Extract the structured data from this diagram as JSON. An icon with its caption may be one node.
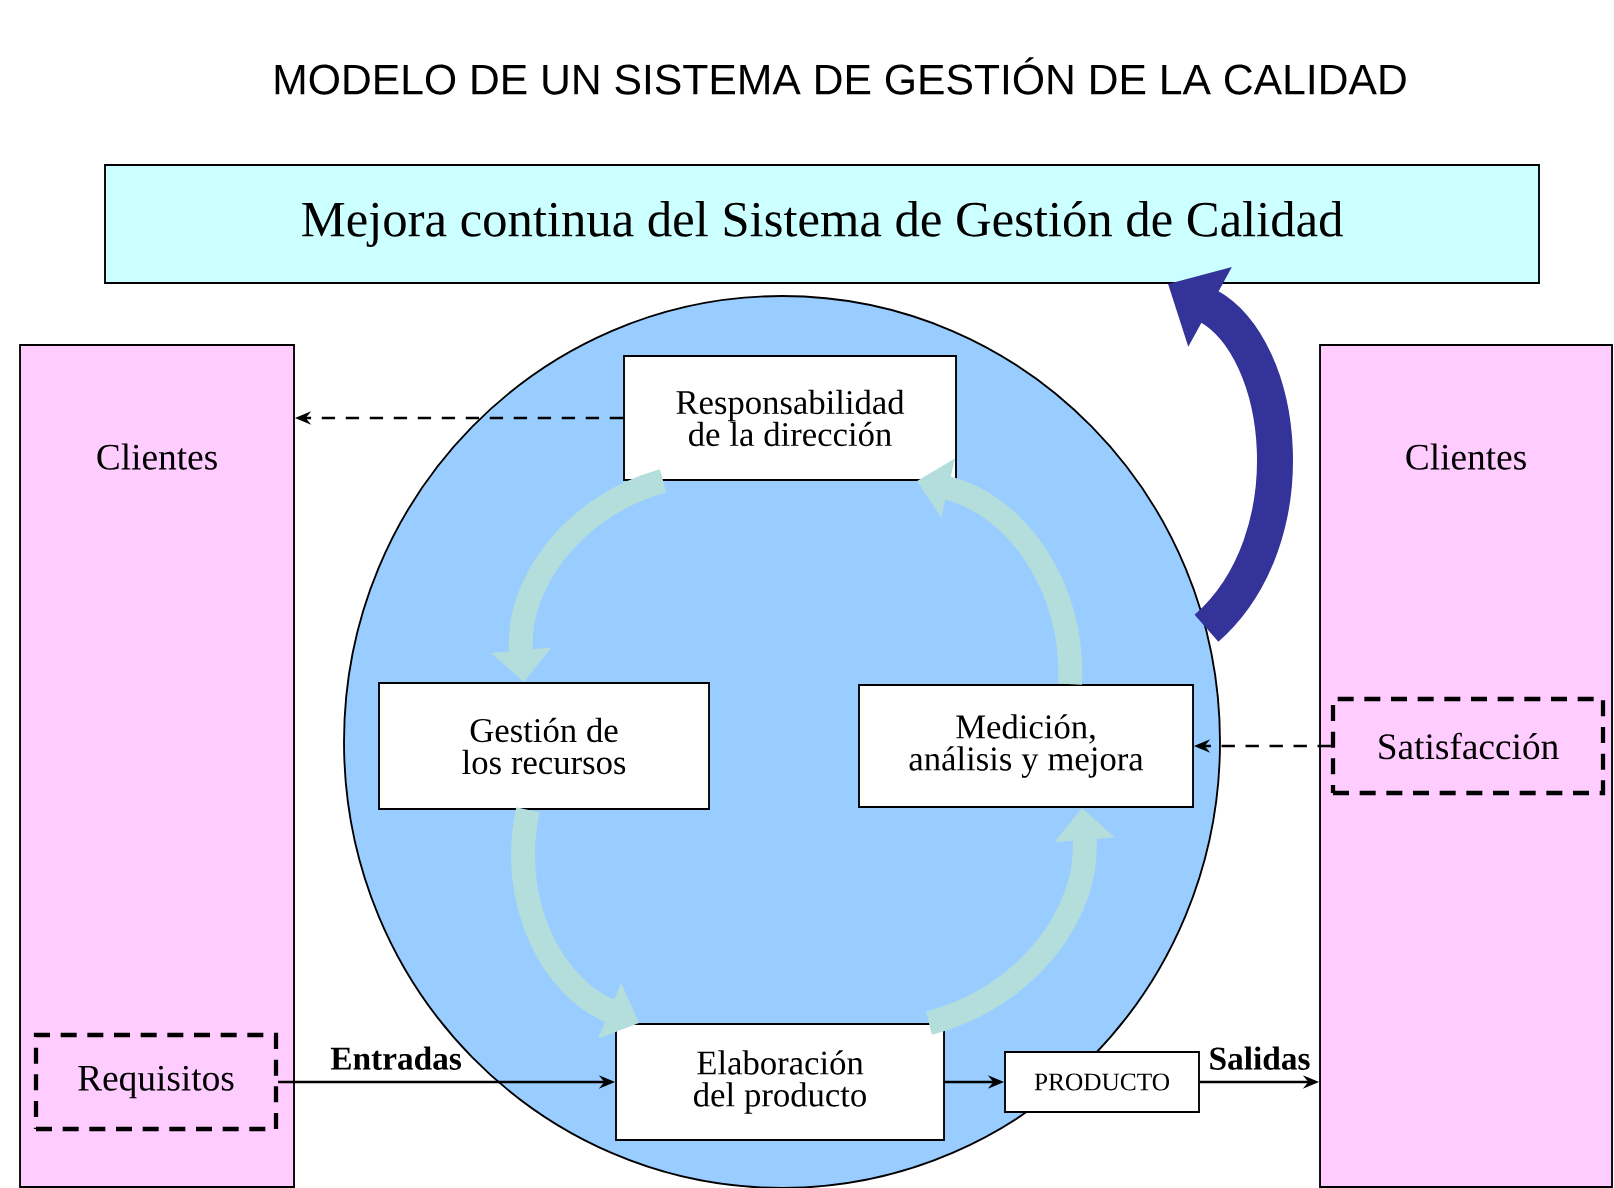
{
  "diagram": {
    "title": "MODELO DE UN SISTEMA DE GESTIÓN DE LA CALIDAD",
    "nodes": [
      {
        "text": [
          "Mejora continua del Sistema de Gestión de Calidad"
        ]
      },
      {
        "text": [
          "Clientes"
        ]
      },
      {
        "text": [
          "Requisitos"
        ],
        "in": 1
      },
      {
        "text": [],
        "shape": "circle"
      },
      {
        "text": [
          "Responsabilidad de la dirección"
        ],
        "in": 3
      },
      {
        "text": [
          "Gestión de los recursos"
        ],
        "in": 3
      },
      {
        "text": [
          "Medición, análisis y mejora"
        ],
        "in": 3
      },
      {
        "text": [
          "Elaboración del producto"
        ],
        "in": 3
      },
      {
        "text": [
          "Clientes"
        ]
      },
      {
        "text": [
          "Satisfacción"
        ],
        "in": 8
      },
      {
        "text": [
          "PRODUCTO"
        ]
      }
    ],
    "edges": [
      {
        "from": 4,
        "to": 1,
        "arrow": "to",
        "style": "dashed"
      },
      {
        "from": 9,
        "to": 6,
        "arrow": "to",
        "style": "dashed"
      },
      {
        "from": 2,
        "to": 7,
        "arrow": "to",
        "label": "Entradas"
      },
      {
        "from": 7,
        "to": 10,
        "arrow": "to"
      },
      {
        "from": 10,
        "to": 8,
        "arrow": "to",
        "label": "Salidas"
      },
      {
        "from": 4,
        "to": 5,
        "arrow": "to",
        "style": "thick",
        "color": "#b3dedc"
      },
      {
        "from": 5,
        "to": 7,
        "arrow": "to",
        "style": "thick",
        "color": "#b3dedc"
      },
      {
        "from": 7,
        "to": 6,
        "arrow": "to",
        "style": "thick",
        "color": "#b3dedc"
      },
      {
        "from": 6,
        "to": 4,
        "arrow": "to",
        "style": "thick",
        "color": "#b3dedc"
      },
      {
        "from": 3,
        "to": 0,
        "arrow": "to",
        "style": "thick",
        "color": "#333399"
      }
    ]
  }
}
